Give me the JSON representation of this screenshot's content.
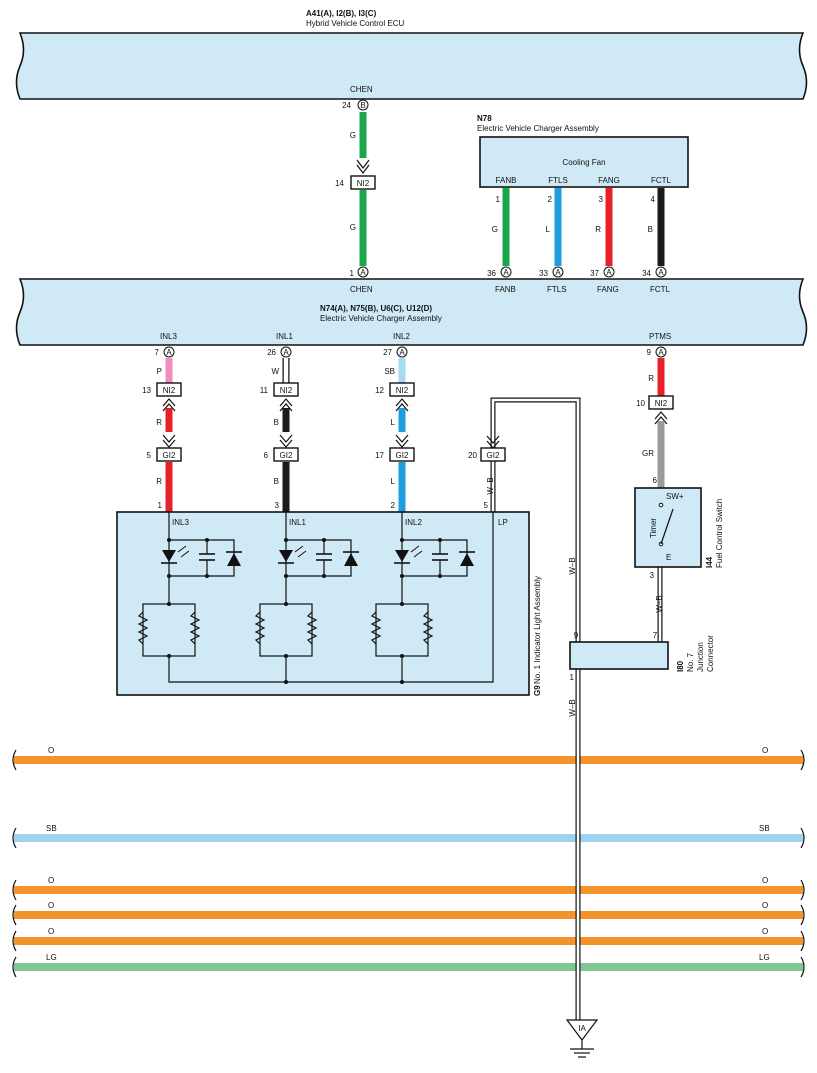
{
  "ecu_top": {
    "codes": "A41(A), I2(B), I3(C)",
    "name": "Hybrid Vehicle Control ECU",
    "terminal": "CHEN",
    "pin": "24",
    "connector": "B"
  },
  "chen_wire": {
    "color_code": "G",
    "color": "#1aa64a",
    "junction": "NI2",
    "junction_pin": "14"
  },
  "charger_main": {
    "codes": "N74(A), N75(B), U6(C), U12(D)",
    "name": "Electric Vehicle Charger Assembly",
    "top_terminals": [
      {
        "name": "CHEN",
        "pin": "1",
        "connector": "A"
      },
      {
        "name": "FANB",
        "pin": "36",
        "connector": "A"
      },
      {
        "name": "FTLS",
        "pin": "33",
        "connector": "A"
      },
      {
        "name": "FANG",
        "pin": "37",
        "connector": "A"
      },
      {
        "name": "FCTL",
        "pin": "34",
        "connector": "A"
      }
    ],
    "bottom_terminals": [
      {
        "name": "INL3",
        "pin": "7",
        "connector": "A"
      },
      {
        "name": "INL1",
        "pin": "26",
        "connector": "A"
      },
      {
        "name": "INL2",
        "pin": "27",
        "connector": "A"
      },
      {
        "name": "PTMS",
        "pin": "9",
        "connector": "A"
      }
    ]
  },
  "fan_unit": {
    "code": "N78",
    "name": "Electric Vehicle Charger Assembly",
    "inner": "Cooling Fan",
    "terminals": [
      {
        "name": "FANB",
        "pin": "1",
        "color_code": "G",
        "color": "#1aa64a"
      },
      {
        "name": "FTLS",
        "pin": "2",
        "color_code": "L",
        "color": "#1e9ee0"
      },
      {
        "name": "FANG",
        "pin": "3",
        "color_code": "R",
        "color": "#e8202a"
      },
      {
        "name": "FCTL",
        "pin": "4",
        "color_code": "B",
        "color": "#1a1a1a"
      }
    ]
  },
  "indicator_wires": [
    {
      "upper_code": "P",
      "upper_color": "#f08cbe",
      "ni2_pin": "13",
      "lower_code": "R",
      "lower_color": "#e8202a",
      "gi2_pin": "5",
      "tail_code": "R",
      "assy_pin": "1"
    },
    {
      "upper_code": "W",
      "upper_color": "#ffffff",
      "ni2_pin": "11",
      "lower_code": "B",
      "lower_color": "#1a1a1a",
      "gi2_pin": "6",
      "tail_code": "B",
      "assy_pin": "3"
    },
    {
      "upper_code": "SB",
      "upper_color": "#a6d9f2",
      "ni2_pin": "12",
      "lower_code": "L",
      "lower_color": "#1e9ee0",
      "gi2_pin": "17",
      "tail_code": "L",
      "assy_pin": "2"
    }
  ],
  "ptms_wire": {
    "upper_code": "R",
    "upper_color": "#e8202a",
    "ni2_pin": "10",
    "lower_code": "GR",
    "lower_color": "#9a9a9a",
    "switch_pin": "6"
  },
  "junction_label": "NI2",
  "gi2_label": "GI2",
  "lp_wire": {
    "code": "W–B",
    "gi2_pin": "20",
    "assy_pin": "5",
    "terminal": "LP"
  },
  "indicator_assy": {
    "code": "G9",
    "name": "No. 1 Indicator Light Assembly",
    "terminals": [
      "INL3",
      "INL1",
      "INL2",
      "LP"
    ]
  },
  "switch": {
    "code": "I44",
    "name": "Fuel Control Switch",
    "sw_label": "SW+",
    "timer_label": "Timer",
    "e_label": "E",
    "pin_out": "3",
    "wire_code": "W–B"
  },
  "junction_conn": {
    "code": "I80",
    "name_line1": "No.  7",
    "name_line2": "Junction",
    "name_line3": "Connector",
    "pin_in_left": "9",
    "pin_in_right": "7",
    "pin_out": "1",
    "wire_code": "W–B",
    "vertical_code": "W–B"
  },
  "ground": {
    "label": "IA"
  },
  "bus_lines": [
    {
      "code": "O",
      "color": "#f4932b"
    },
    {
      "code": "SB",
      "color": "#9dd3ef"
    },
    {
      "code": "O",
      "color": "#f4932b"
    },
    {
      "code": "O",
      "color": "#f4932b"
    },
    {
      "code": "O",
      "color": "#f4932b"
    },
    {
      "code": "LG",
      "color": "#7fc896"
    }
  ]
}
